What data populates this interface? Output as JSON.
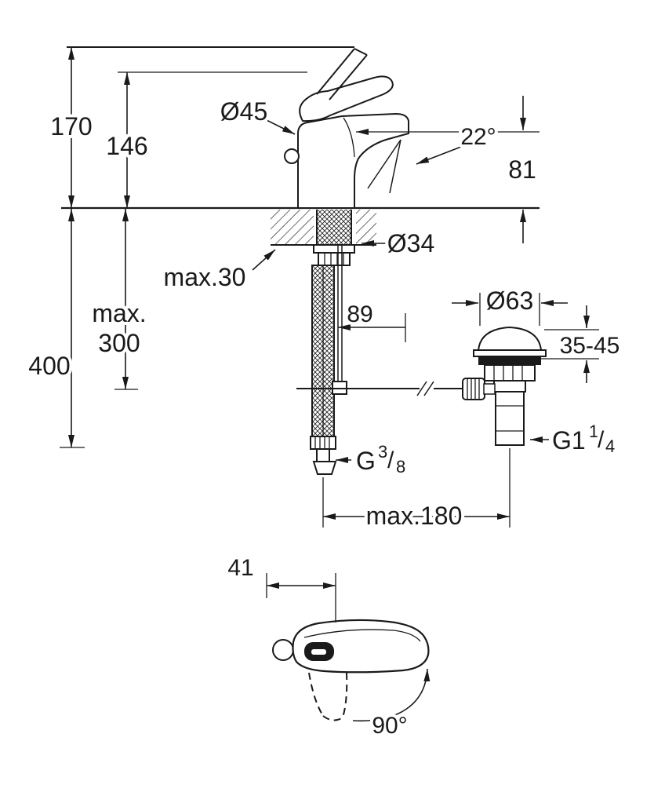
{
  "drawing": {
    "type": "faucet-installation-dimension-drawing",
    "colors": {
      "line": "#1a1a1a",
      "background": "#ffffff"
    },
    "labels": {
      "height_overall": "170",
      "height_body": "146",
      "body_diameter": "Ø45",
      "spout_angle": "22°",
      "spout_height": "81",
      "hole_diameter": "Ø34",
      "max_deck_thickness": "max.30",
      "max_rod_line1": "max.",
      "max_rod_line2": "300",
      "hose_length": "400",
      "offset_rod": "89",
      "waste_flange_diameter": "Ø63",
      "waste_depth_range": "35-45",
      "max_reach": "max.180",
      "lever_offset": "41",
      "lever_swing_angle": "90°",
      "supply_thread": {
        "base": "G",
        "num": "3",
        "slash": "/",
        "den": "8"
      },
      "waste_thread": {
        "base": "G1",
        "num": "1",
        "slash": "/",
        "den": "4"
      }
    }
  }
}
